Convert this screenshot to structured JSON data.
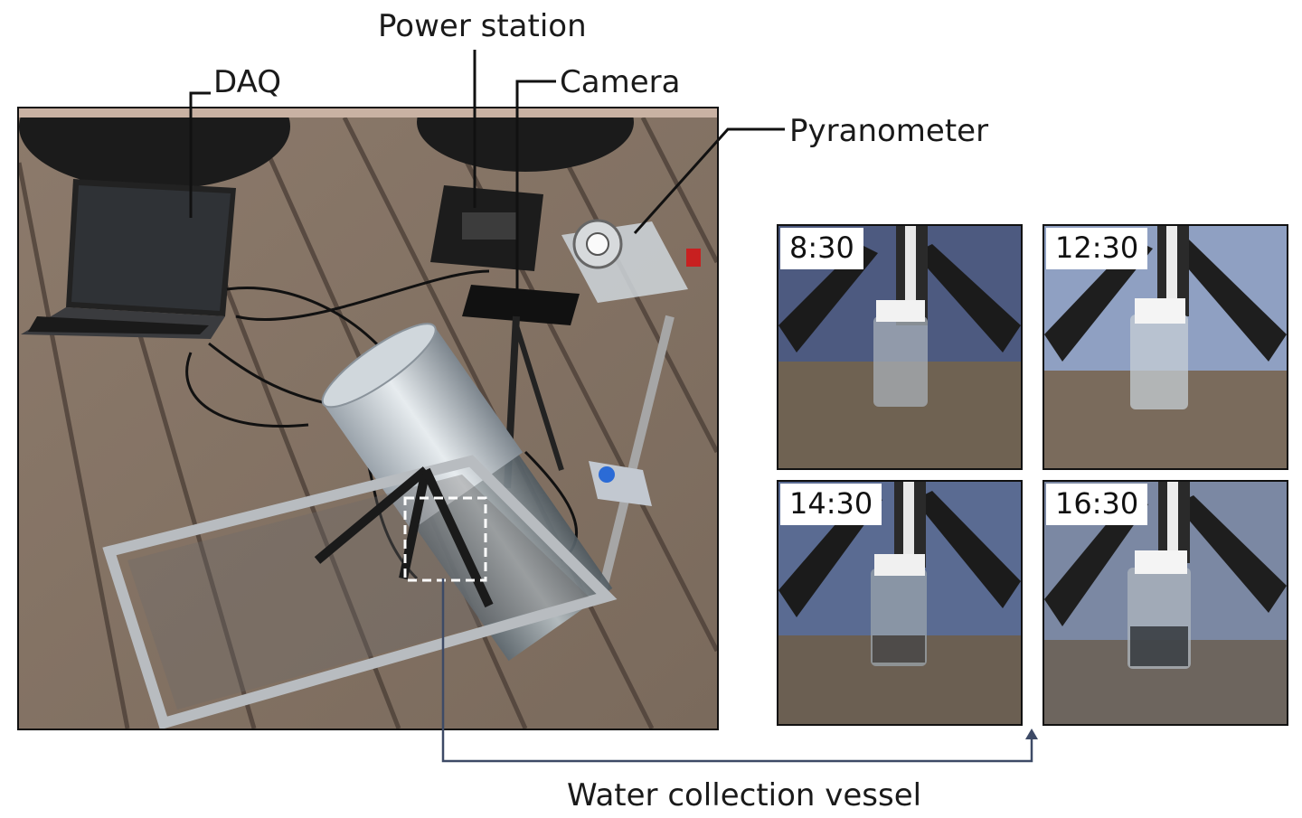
{
  "labels": {
    "daq": "DAQ",
    "power_station": "Power station",
    "camera": "Camera",
    "pyranometer": "Pyranometer",
    "water_collection_vessel": "Water collection vessel"
  },
  "time_panels": [
    {
      "time": "8:30"
    },
    {
      "time": "12:30"
    },
    {
      "time": "14:30"
    },
    {
      "time": "16:30"
    }
  ],
  "colors": {
    "deck_wood": "#8a7768",
    "deck_gap": "#4d4038",
    "leader_line": "#111111",
    "vessel_arrow": "#3d4a66",
    "dashed_box": "#ffffff",
    "sky_reflection": "#6f7fa8"
  }
}
